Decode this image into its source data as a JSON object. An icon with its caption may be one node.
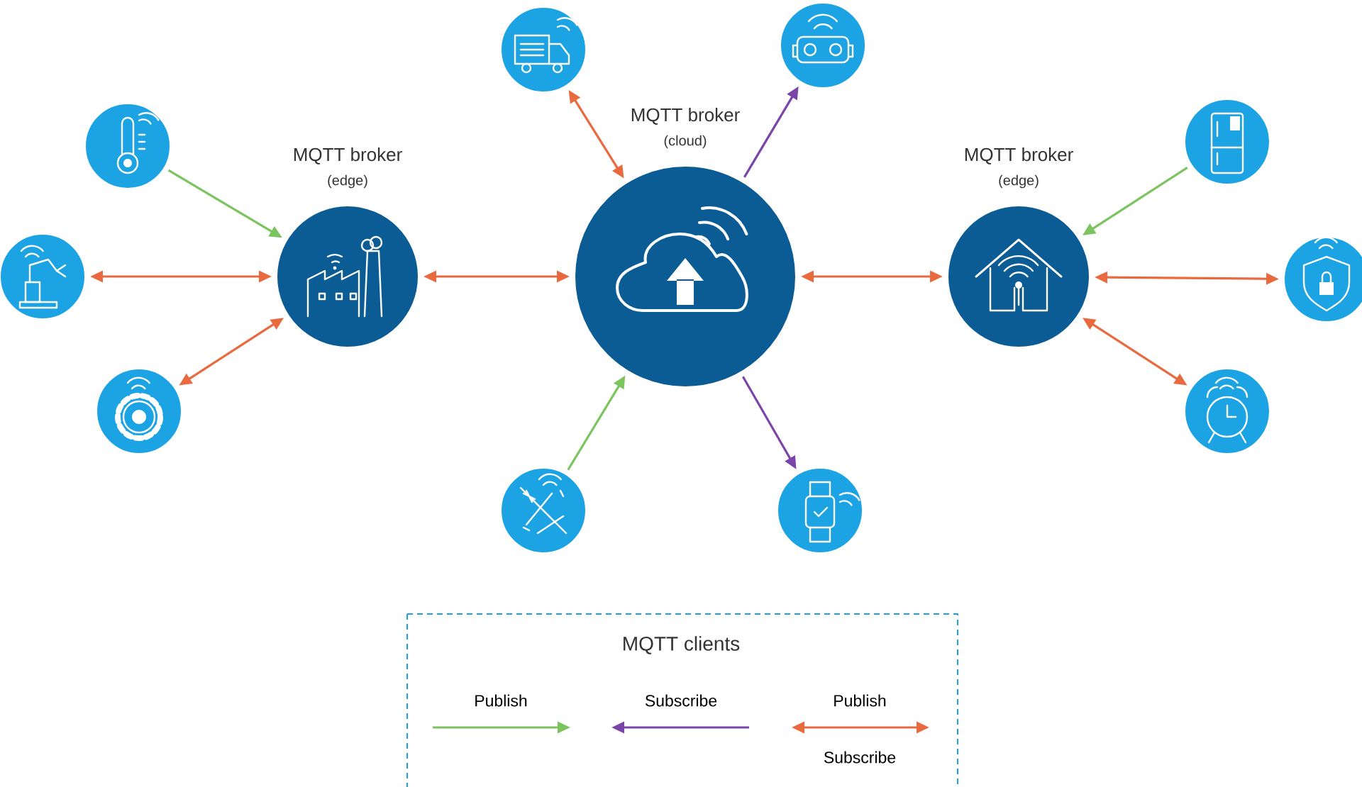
{
  "diagram": {
    "nodes": [
      {
        "text": [
          "MQTT broker",
          "(edge)"
        ]
      },
      {
        "text": [
          "MQTT broker",
          "(cloud)"
        ]
      },
      {
        "text": [
          "MQTT broker",
          "(edge)"
        ]
      },
      {
        "text": [],
        "shape": "circle"
      },
      {
        "text": [],
        "shape": "circle"
      },
      {
        "text": [],
        "shape": "circle"
      },
      {
        "text": [],
        "shape": "circle"
      },
      {
        "text": [],
        "shape": "circle"
      },
      {
        "text": [],
        "shape": "circle"
      },
      {
        "text": [],
        "shape": "circle"
      },
      {
        "text": [],
        "shape": "circle"
      },
      {
        "text": [],
        "shape": "circle"
      },
      {
        "text": [],
        "shape": "circle"
      }
    ],
    "edges": [
      {
        "from": 3,
        "to": 0,
        "arrow": "to",
        "color": "#7cc45f"
      },
      {
        "from": 4,
        "to": 0,
        "arrow": "both"
      },
      {
        "from": 5,
        "to": 0,
        "arrow": "both"
      },
      {
        "from": 0,
        "to": 1,
        "arrow": "both"
      },
      {
        "from": 6,
        "to": 1,
        "arrow": "both"
      },
      {
        "from": 1,
        "to": 7,
        "arrow": "to",
        "color": "#7a45a8"
      },
      {
        "from": 8,
        "to": 1,
        "arrow": "to",
        "color": "#7cc45f"
      },
      {
        "from": 1,
        "to": 9,
        "arrow": "to",
        "color": "#7a45a8"
      },
      {
        "from": 1,
        "to": 2,
        "arrow": "both"
      },
      {
        "from": 10,
        "to": 2,
        "arrow": "to",
        "color": "#7cc45f"
      },
      {
        "from": 2,
        "to": 11,
        "arrow": "both"
      },
      {
        "from": 2,
        "to": 12,
        "arrow": "both"
      }
    ],
    "labels": [
      "MQTT clients"
    ],
    "legend": [
      {
        "text": "Publish"
      },
      {
        "text": "Subscribe"
      },
      {
        "text": "Publish"
      },
      {
        "text": "Subscribe"
      }
    ]
  }
}
